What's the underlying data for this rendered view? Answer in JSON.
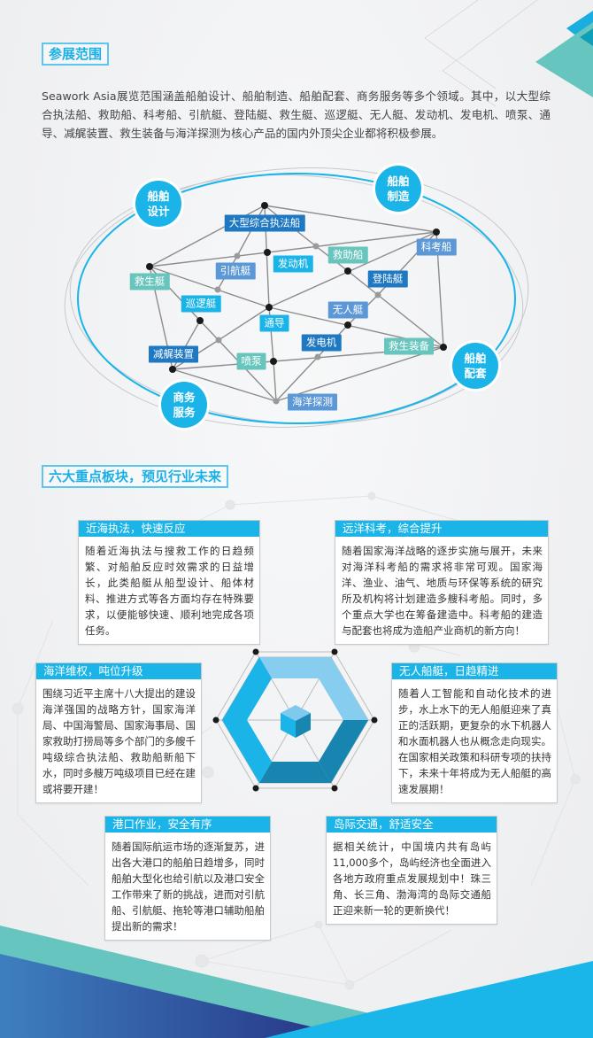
{
  "section1": {
    "title": "参展范围",
    "intro": "Seawork Asia展览范围涵盖船舶设计、船舶制造、船舶配套、商务服务等多个领域。其中，以大型综合执法船、救助船、科考船、引航艇、登陆艇、救生艇、巡逻艇、无人艇、发动机、发电机、喷泵、通导、减艉装置、救生装备与海洋探测为核心产品的国内外顶尖企业都将积极参展。"
  },
  "diagram": {
    "categories": [
      "船舶设计",
      "船舶制造",
      "船舶配套",
      "商务服务"
    ],
    "products": [
      "大型综合执法船",
      "引航艇",
      "发动机",
      "救助船",
      "科考船",
      "登陆艇",
      "救生艇",
      "巡逻艇",
      "无人艇",
      "通导",
      "发电机",
      "救生装备",
      "减艉装置",
      "喷泵",
      "海洋探测"
    ]
  },
  "section2": {
    "title": "六大重点板块，预见行业未来",
    "cards": [
      {
        "title": "近海执法，快速反应",
        "body": "随着近海执法与搜救工作的日趋频繁、对船舶反应时效需求的日益增长，此类船艇从船型设计、船体材料、推进方式等各方面均存在特殊要求，以便能够快速、顺利地完成各项任务。"
      },
      {
        "title": "远洋科考，综合提升",
        "body": "随着国家海洋战略的逐步实施与展开，未来对海洋科考船的需求将非常可观。国家海洋、渔业、油气、地质与环保等系统的研究所及机构将计划建造多艘科考船。同时，多个重点大学也在筹备建造中。科考船的建造与配套也将成为造船产业商机的新方向！"
      },
      {
        "title": "海洋维权，吨位升级",
        "body": "围绕习近平主席十八大提出的建设海洋强国的战略方针，国家海洋局、中国海警局、国家海事局、国家救助打捞局等多个部门的多艘千吨级综合执法船、救助船新船下水，同时多艘万吨级项目已经在建或将要开建！"
      },
      {
        "title": "无人船艇，日趋精进",
        "body": "随着人工智能和自动化技术的进步，水上水下的无人船艇迎来了真正的活跃期，更复杂的水下机器人和水面机器人也从概念走向现实。在国家相关政策和科研专项的扶持下，未来十年将成为无人船艇的高速发展期！"
      },
      {
        "title": "港口作业，安全有序",
        "body": "随着国际航运市场的逐渐复苏，进出各大港口的船舶日趋增多，同时船舶大型化也给引航以及港口安全工作带来了新的挑战，进而对引航船、引航艇、拖轮等港口辅助船舶提出新的需求！"
      },
      {
        "title": "岛际交通，舒适安全",
        "body": "据相关统计，中国境内共有岛屿11,000多个，岛屿经济也全面进入各地方政府重点发展规划中！珠三角、长三角、渤海湾的岛际交通船正迎来新一轮的更新换代！"
      }
    ]
  },
  "colors": {
    "accent": "#1ab4e8",
    "dark_blue": "#1e78c2",
    "steel_blue": "#5d98d6",
    "teal": "#67c5bd"
  }
}
